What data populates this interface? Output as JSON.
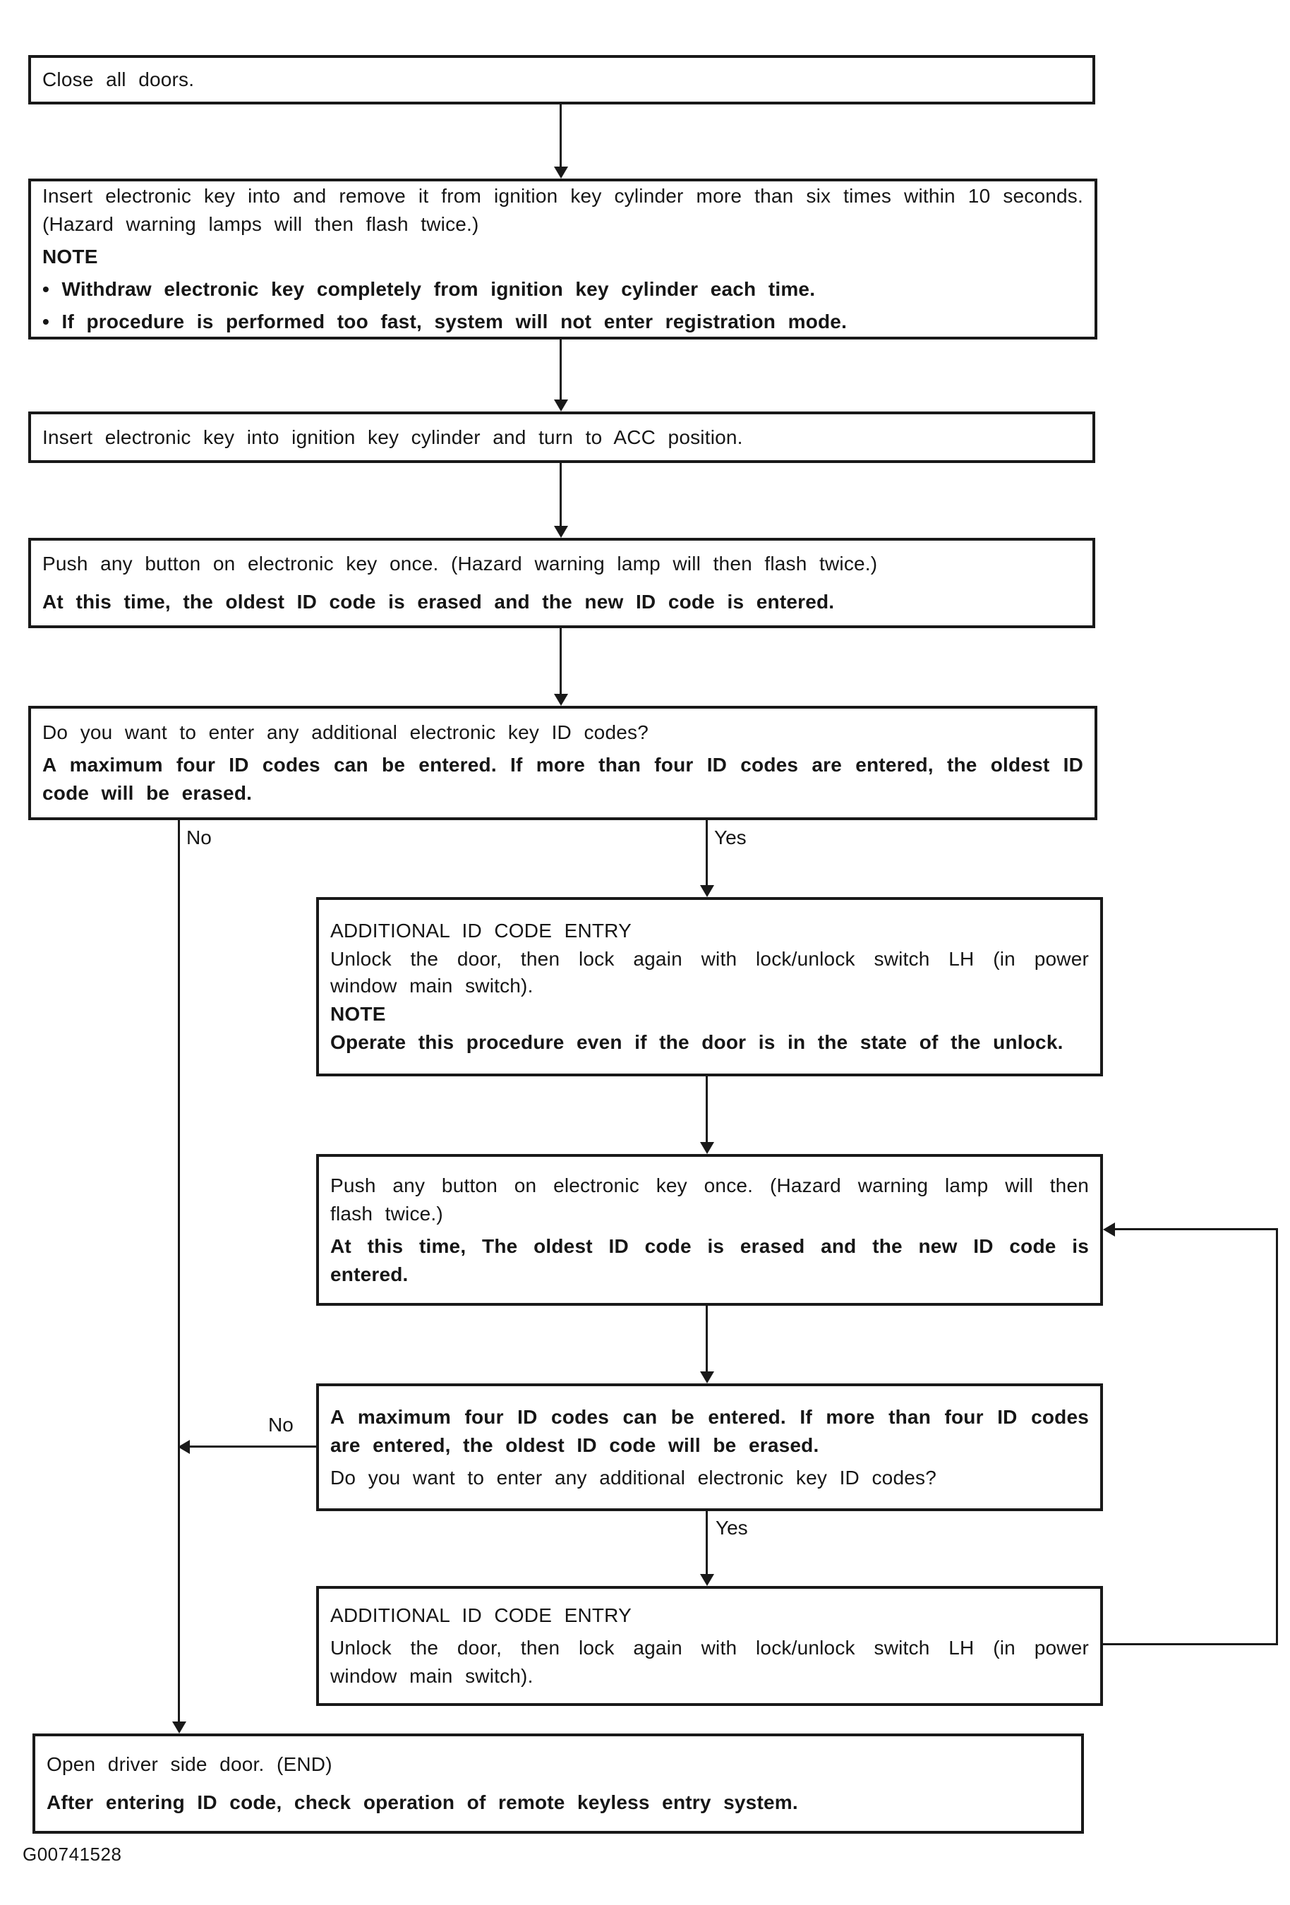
{
  "page": {
    "kind": "flowchart",
    "ink_color": "#191919",
    "background_color": "#ffffff"
  },
  "figure_id": "G00741528",
  "branches": {
    "no1": "No",
    "yes1": "Yes",
    "no2": "No",
    "yes2": "Yes"
  },
  "boxes": {
    "close_doors": {
      "lines": [
        {
          "text": "Close all doors.",
          "bold": false
        }
      ]
    },
    "insert_remove_key": {
      "lines": [
        {
          "text": "Insert electronic key into and remove it from ignition key cylinder more than six times within 10 seconds. (Hazard warning lamps will then flash twice.)",
          "bold": false
        },
        {
          "text": "NOTE",
          "bold": true
        },
        {
          "text": "• Withdraw electronic key completely from ignition key cylinder each time.",
          "bold": true
        },
        {
          "text": "• If procedure is performed too fast, system will not enter registration mode.",
          "bold": true
        }
      ]
    },
    "insert_key_acc": {
      "lines": [
        {
          "text": "Insert electronic key into ignition key cylinder and turn to ACC position.",
          "bold": false
        }
      ]
    },
    "push_button_first": {
      "lines": [
        {
          "text": "Push any button on electronic key once. (Hazard warning lamp will then flash twice.)",
          "bold": false
        },
        {
          "text": "At this time, the oldest ID code is erased and the new ID code is entered.",
          "bold": true
        }
      ]
    },
    "decision_first": {
      "lines": [
        {
          "text": "Do you want to enter any additional electronic key ID codes?",
          "bold": false
        },
        {
          "text": "A maximum four ID codes can be entered. If more than four ID codes are entered, the oldest ID code will be erased.",
          "bold": true
        }
      ]
    },
    "additional_entry_first": {
      "lines": [
        {
          "text": "ADDITIONAL ID CODE ENTRY",
          "bold": false
        },
        {
          "text": "Unlock the door, then lock again with lock/unlock switch LH (in power window main switch).",
          "bold": false
        },
        {
          "text": "NOTE",
          "bold": true
        },
        {
          "text": "Operate this procedure even if the door is in the state of the unlock.",
          "bold": true
        }
      ]
    },
    "push_button_loop": {
      "lines": [
        {
          "text": "Push any button on electronic key once. (Hazard warning lamp will then flash twice.)",
          "bold": false
        },
        {
          "text": "At this time, The oldest ID code is erased and the new ID code is entered.",
          "bold": true
        }
      ]
    },
    "decision_loop": {
      "lines": [
        {
          "text": "A maximum four ID codes can be entered. If more than four ID codes are entered, the oldest ID code will be erased.",
          "bold": true
        },
        {
          "text": "Do you want to enter any additional electronic key ID codes?",
          "bold": false
        }
      ]
    },
    "additional_entry_loop": {
      "lines": [
        {
          "text": "ADDITIONAL ID CODE ENTRY",
          "bold": false
        },
        {
          "text": "Unlock the door, then lock again with lock/unlock switch LH (in power window main switch).",
          "bold": false
        }
      ]
    },
    "end_box": {
      "lines": [
        {
          "text": "Open driver side door. (END)",
          "bold": false
        },
        {
          "text": "After entering ID code, check operation of remote keyless entry system.",
          "bold": true
        }
      ]
    }
  }
}
